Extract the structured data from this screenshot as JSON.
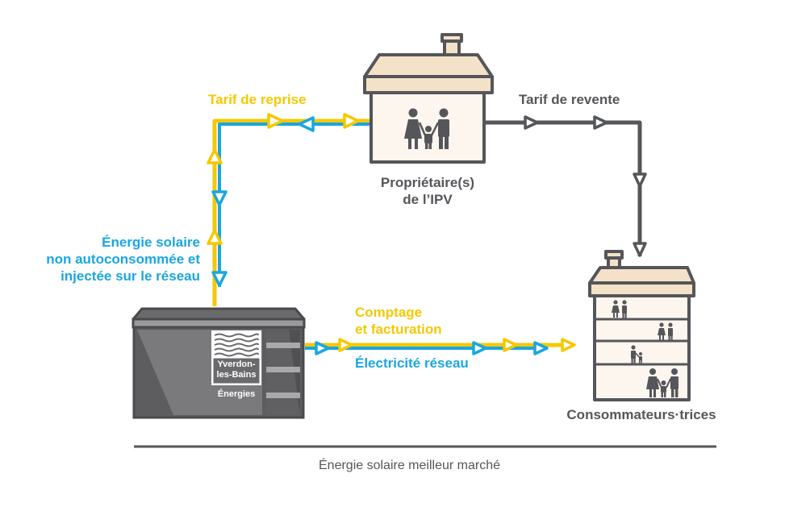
{
  "colors": {
    "yellow": "#f5c800",
    "blue": "#1aa6e0",
    "gray": "#55565a",
    "house_roof": "#f4e2c8",
    "house_wall": "#fdf6ef",
    "utility_body": "#6a6a6c"
  },
  "labels": {
    "tarif_reprise": "Tarif de reprise",
    "tarif_revente": "Tarif de revente",
    "energie_solaire": [
      "Énergie solaire",
      "non autoconsommée et",
      "injectée sur le réseau"
    ],
    "comptage": [
      "Comptage",
      "et facturation"
    ],
    "electricite_reseau": "Électricité réseau",
    "proprietaires": [
      "Propriétaire(s)",
      "de l’IPV"
    ],
    "consommateurs": "Consommateurs·trices",
    "footer": "Énergie solaire meilleur marché"
  },
  "utility": {
    "logo_lines": [
      "Yverdon-",
      "les-Bains"
    ],
    "subtitle": "Énergies"
  },
  "icons": {
    "owner_house": "house-icon",
    "family": "family-icon",
    "apartment": "apartment-building-icon",
    "utility": "utility-building-icon",
    "arrow": "triangle-arrow-icon"
  }
}
